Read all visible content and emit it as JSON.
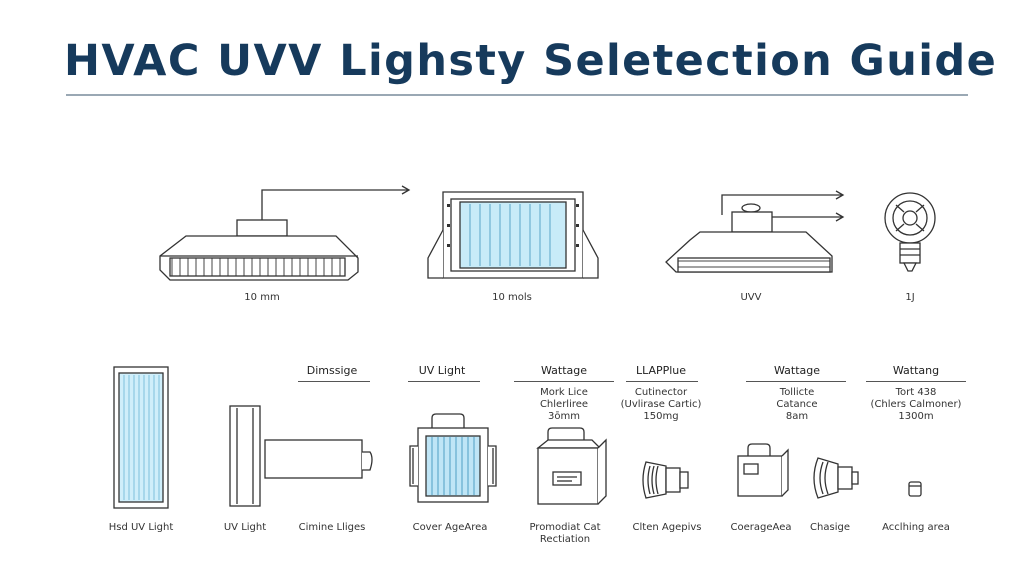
{
  "title": "HVAC UVV Lighsty Seletection Guide",
  "top_labels": [
    "10 mm",
    "10 mols",
    "UVV",
    "1J"
  ],
  "column_headers": [
    "Dimssige",
    "UV Light",
    "Wattage",
    "LLAPPlue",
    "Wattage",
    "Wattang"
  ],
  "column_details": [
    [
      "Mork Lice",
      "Chlerliree",
      "3ōmm"
    ],
    [
      "Cutinector",
      "(Uvlirase Cartic)",
      "150mg"
    ],
    [
      "Tollicte",
      "Catance",
      "8am"
    ],
    [
      "Tort 438",
      "(Chlers Calmoner)",
      "1300m"
    ]
  ],
  "bottom_labels": [
    "Hsd UV Light",
    "UV Light",
    "Cimine Lliges",
    "Cover AgeArea",
    "Promodiat Cat",
    "Rectiation",
    "Clten Agepivs",
    "CoerageAea",
    "Chasige",
    "Acclhing area"
  ],
  "colors": {
    "title": "#163a5c",
    "uv_glow": "#a8dcf0",
    "line": "#333333"
  }
}
